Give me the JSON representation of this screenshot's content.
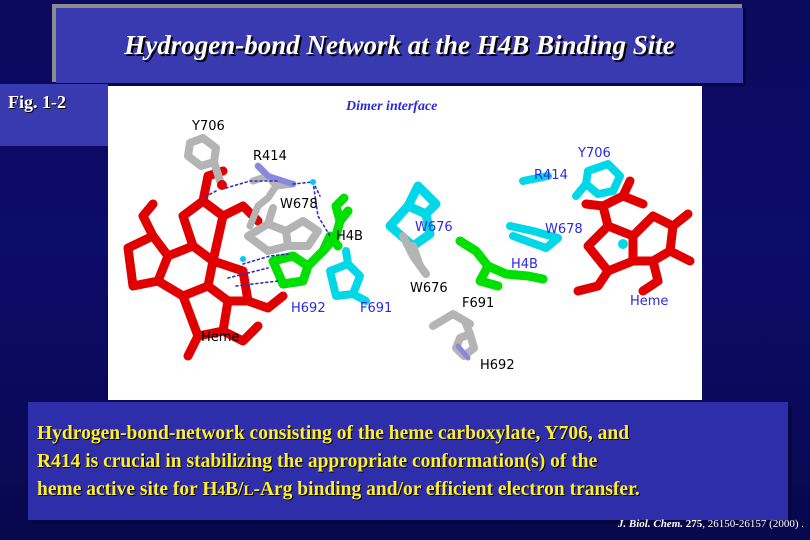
{
  "slide": {
    "title": "Hydrogen-bond Network at the H4B Binding Site",
    "fig_label": "Fig. 1-2"
  },
  "figure": {
    "interface_label": "Dimer interface",
    "left_monomer": {
      "y706": "Y706",
      "r414": "R414",
      "w678": "W678",
      "h4b": "H4B",
      "h692": "H692",
      "f691": "F691",
      "heme": "Heme"
    },
    "center": {
      "w676_cyan": "W676",
      "w676_grey": "W676",
      "f691": "F691",
      "h692": "H692"
    },
    "right_monomer": {
      "y706": "Y706",
      "r414": "R414",
      "w678": "W678",
      "h4b": "H4B",
      "heme": "Heme"
    },
    "colors": {
      "heme": "#e00000",
      "h4b": "#00e000",
      "partner": "#00d8e8",
      "protein": "#b4b4b4",
      "label_blue": "#2a2ae0",
      "hbond": "#3030c0"
    }
  },
  "caption": {
    "line1": "Hydrogen-bond-network consisting of the heme carboxylate,  Y706, and",
    "line2": "R414 is crucial in stabilizing the appropriate conformation(s) of the",
    "line3_a": "heme active site for H",
    "line3_sub": "4",
    "line3_b": "B/",
    "line3_sc": "L",
    "line3_c": "-Arg binding and/or efficient electron transfer."
  },
  "citation": {
    "journal": "J. Biol. Chem.",
    "volume": "275",
    "pages": ", 26150-26157",
    "year": "(2000) ."
  }
}
